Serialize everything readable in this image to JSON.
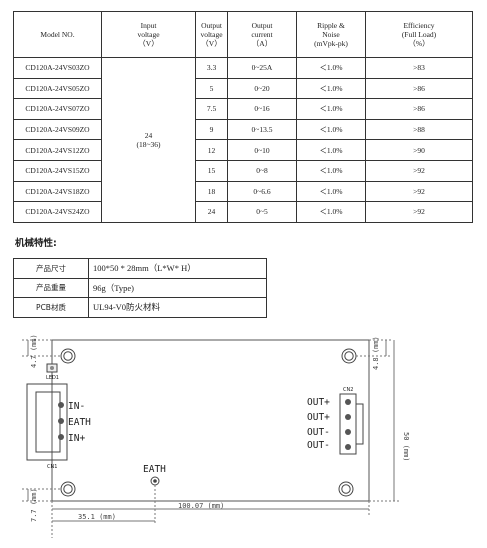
{
  "spec_table": {
    "headers": {
      "model": "Model NO.",
      "input_voltage": [
        "Input",
        "voltage",
        "（V）"
      ],
      "output_voltage": [
        "Output",
        "voltage",
        "（V）"
      ],
      "output_current": [
        "Output",
        "current",
        "（A）"
      ],
      "ripple_noise": [
        "Ripple &",
        "Noise",
        "(mVpk-pk)"
      ],
      "efficiency": [
        "Efficiency",
        "(Full Load)",
        "（%）"
      ]
    },
    "input_voltage": {
      "nominal": "24",
      "range": "(18~36)"
    },
    "rows": [
      {
        "model": "CD120A-24VS03ZO",
        "vout": "3.3",
        "iout": "0~25A",
        "ripple": "＜1.0%",
        "eff": ">83"
      },
      {
        "model": "CD120A-24VS05ZO",
        "vout": "5",
        "iout": "0~20",
        "ripple": "＜1.0%",
        "eff": ">86"
      },
      {
        "model": "CD120A-24VS07ZO",
        "vout": "7.5",
        "iout": "0~16",
        "ripple": "＜1.0%",
        "eff": ">86"
      },
      {
        "model": "CD120A-24VS09ZO",
        "vout": "9",
        "iout": "0~13.5",
        "ripple": "＜1.0%",
        "eff": ">88"
      },
      {
        "model": "CD120A-24VS12ZO",
        "vout": "12",
        "iout": "0~10",
        "ripple": "＜1.0%",
        "eff": ">90"
      },
      {
        "model": "CD120A-24VS15ZO",
        "vout": "15",
        "iout": "0~8",
        "ripple": "＜1.0%",
        "eff": ">92"
      },
      {
        "model": "CD120A-24VS18ZO",
        "vout": "18",
        "iout": "0~6.6",
        "ripple": "＜1.0%",
        "eff": ">92"
      },
      {
        "model": "CD120A-24VS24ZO",
        "vout": "24",
        "iout": "0~5",
        "ripple": "＜1.0%",
        "eff": ">92"
      }
    ]
  },
  "mechanical": {
    "title": "机械特性:",
    "rows": [
      {
        "label": "产品尺寸",
        "value": "100*50 * 28mm（L*W* H）"
      },
      {
        "label": "产品重量",
        "value": "96g（Type)"
      },
      {
        "label": "PCB材质",
        "value": "UL94-V0防火材料"
      }
    ]
  },
  "drawing": {
    "labels": {
      "in_minus": "IN-",
      "eath_left": "EATH",
      "in_plus": "IN+",
      "eath_mid": "EATH",
      "out_plus_1": "OUT+",
      "out_plus_2": "OUT+",
      "out_minus_1": "OUT-",
      "out_minus_2": "OUT-",
      "cn1": "CN1",
      "cn2": "CN2",
      "led": "LED1"
    },
    "dims": {
      "top_left": "4.7 (mm)",
      "bottom_left": "7.7 (mm)",
      "top_right": "4.8 (mm)",
      "height": "50 (mm)",
      "to_eath": "35.1 (mm)",
      "length": "100.07 (mm)"
    }
  }
}
